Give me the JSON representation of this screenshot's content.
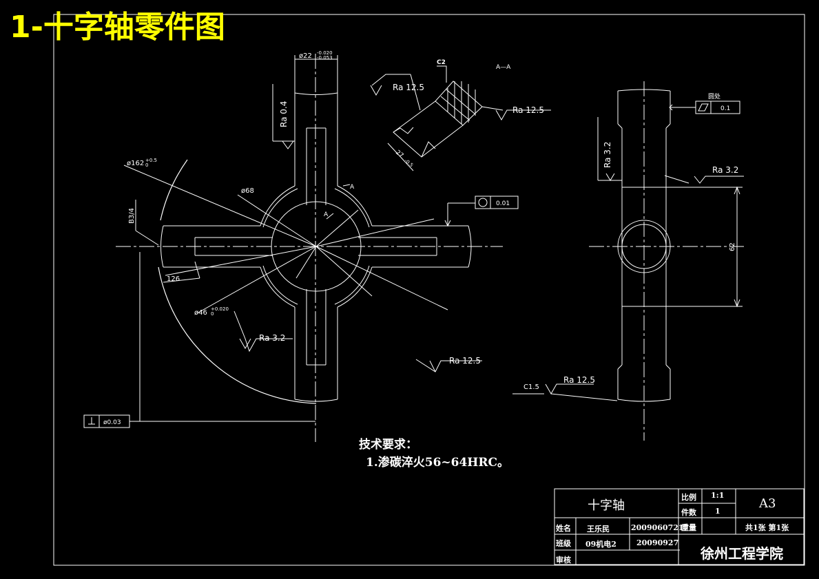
{
  "sheet_title": "1-十字轴零件图",
  "technical_requirements": {
    "heading": "技术要求：",
    "item1": "1.渗碳淬火56~64HRC。"
  },
  "title_block": {
    "part_name": "十字轴",
    "scale_label": "比例",
    "scale_value": "1:1",
    "qty_label": "件数",
    "qty_value": "1",
    "paper_size": "A3",
    "weight_label": "重量",
    "sheets": "共1张 第1张",
    "name_label": "姓名",
    "name_value": "王乐民",
    "student_id": "20090607217",
    "class_label": "班级",
    "class_value": "09机电2",
    "date": "20090927",
    "review_label": "审核",
    "school": "徐州工程学院"
  },
  "annotations": {
    "dia_22": "ø22",
    "dia_22_tol_upper": "-0.020",
    "dia_22_tol_lower": "-0.053",
    "ra_04": "Ra 0.4",
    "dia_162": "ø162",
    "dia_162_tol": "+0.5",
    "dia_162_tol_lower": "0",
    "dia_68": "ø68",
    "b34": "B3/4",
    "dim_126": "126",
    "dia_46": "ø46",
    "dia_46_tol": "+0.020",
    "dia_46_tol_lower": "0",
    "ra_32_front": "Ra 3.2",
    "ra_125_front": "Ra 12.5",
    "circularity_value": "0.01",
    "perpendicularity_value": "ø0.03",
    "section_label": "A",
    "section_title": "A—A",
    "chamfer_c2": "C2",
    "ra_125_section_left": "Ra 12.5",
    "ra_125_section_right": "Ra 12.5",
    "section_dim": "27",
    "section_dim_tol": "-0.5",
    "roundness_label": "圆处",
    "flatness_value": "0.1",
    "ra_32_side_left": "Ra 3.2",
    "ra_32_side_right": "Ra 3.2",
    "dim_62": "62",
    "chamfer_c15": "C1.5",
    "ra_125_side": "Ra 12.5"
  },
  "colors": {
    "background": "#000000",
    "lines": "#ffffff",
    "title_text": "#ffff00"
  }
}
